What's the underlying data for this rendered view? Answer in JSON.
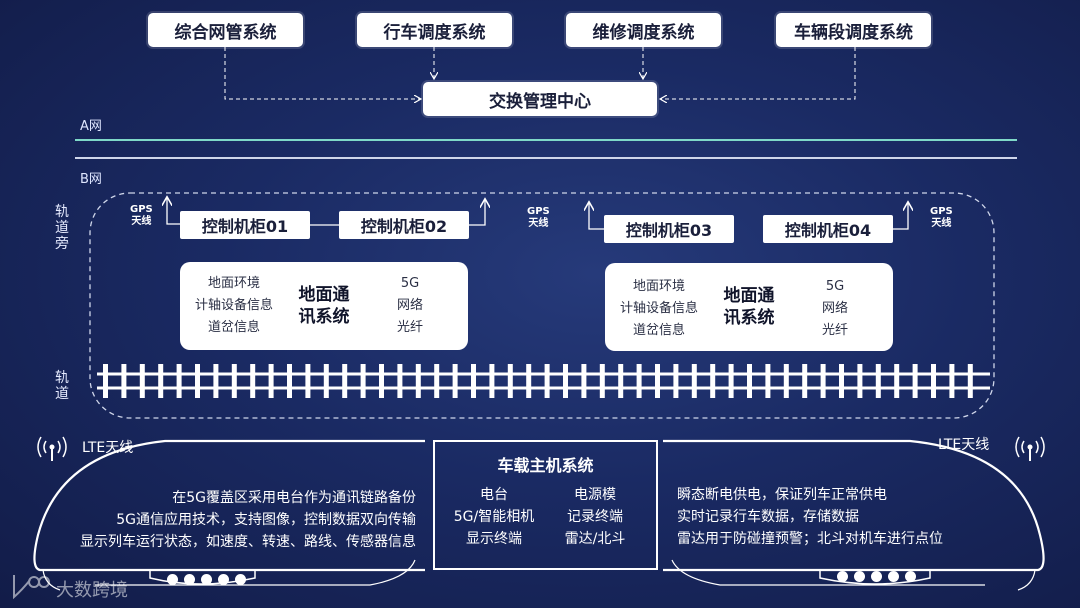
{
  "top_systems": [
    {
      "label": "综合网管系统"
    },
    {
      "label": "行车调度系统"
    },
    {
      "label": "维修调度系统"
    },
    {
      "label": "车辆段调度系统"
    }
  ],
  "center": {
    "label": "交换管理中心"
  },
  "networks": {
    "a": "A网",
    "b": "B网"
  },
  "side_labels": {
    "trackside": "轨道旁",
    "track": "轨道"
  },
  "gps": {
    "line1": "GPS",
    "line2": "天线"
  },
  "cabinets": [
    {
      "label": "控制机柜01"
    },
    {
      "label": "控制机柜02"
    },
    {
      "label": "控制机柜03"
    },
    {
      "label": "控制机柜04"
    }
  ],
  "ground_systems": [
    {
      "left": [
        "地面环境",
        "计轴设备信息",
        "道岔信息"
      ],
      "title": "地面通讯系统",
      "right": [
        "5G",
        "网络",
        "光纤"
      ]
    },
    {
      "left": [
        "地面环境",
        "计轴设备信息",
        "道岔信息"
      ],
      "title": "地面通讯系统",
      "right": [
        "5G",
        "网络",
        "光纤"
      ]
    }
  ],
  "lte": {
    "left": "LTE天线",
    "right": "LTE天线"
  },
  "train_left_lines": [
    "在5G覆盖区采用电台作为通讯链路备份",
    "5G通信应用技术，支持图像，控制数据双向传输",
    "显示列车运行状态，如速度、转速、路线、传感器信息"
  ],
  "host": {
    "title": "车载主机系统",
    "left": [
      "电台",
      "5G/智能相机",
      "显示终端"
    ],
    "right": [
      "电源模",
      "记录终端",
      "雷达/北斗"
    ]
  },
  "train_right_lines": [
    "瞬态断电供电，保证列车正常供电",
    "实时记录行车数据，存储数据",
    "雷达用于防碰撞预警；北斗对机车进行点位"
  ],
  "watermark": "大数跨境",
  "colors": {
    "a_net": "#7fd9c8",
    "b_net": "#cfd6ea",
    "background": "#1a2a63"
  }
}
